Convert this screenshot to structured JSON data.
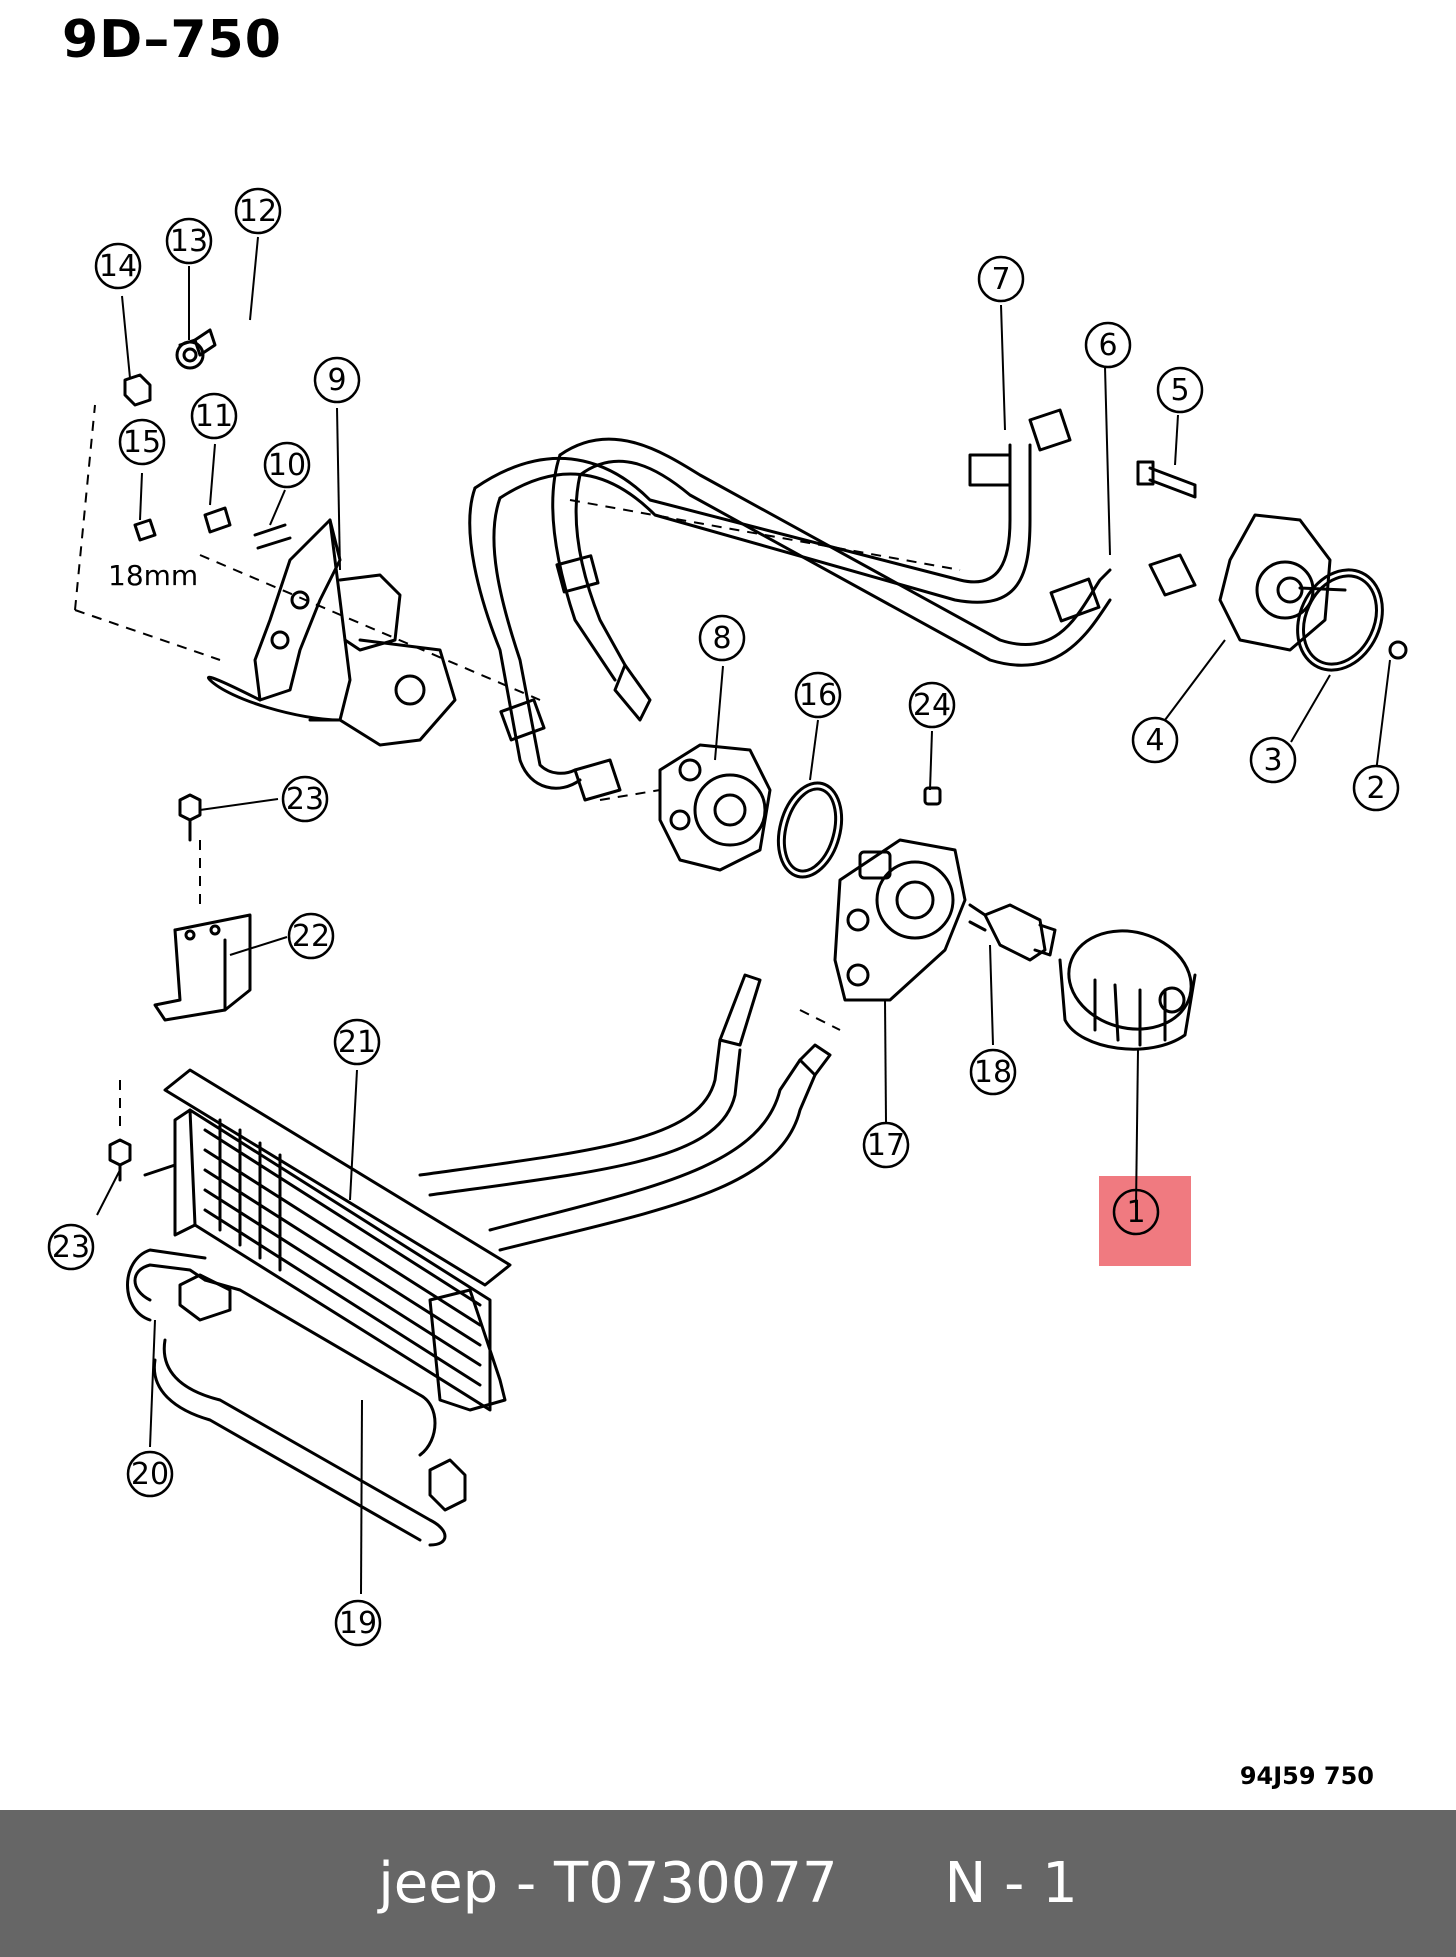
{
  "header": {
    "page_code": "9D–750"
  },
  "figure": {
    "reference": "94J59 750",
    "size_note": "18mm"
  },
  "callouts": [
    {
      "num": "1",
      "highlighted": true
    },
    {
      "num": "2"
    },
    {
      "num": "3"
    },
    {
      "num": "4"
    },
    {
      "num": "5"
    },
    {
      "num": "6"
    },
    {
      "num": "7"
    },
    {
      "num": "8"
    },
    {
      "num": "9"
    },
    {
      "num": "10"
    },
    {
      "num": "11"
    },
    {
      "num": "12"
    },
    {
      "num": "13"
    },
    {
      "num": "14"
    },
    {
      "num": "15"
    },
    {
      "num": "16"
    },
    {
      "num": "17"
    },
    {
      "num": "18"
    },
    {
      "num": "19"
    },
    {
      "num": "20"
    },
    {
      "num": "21"
    },
    {
      "num": "22"
    },
    {
      "num": "23"
    },
    {
      "num": "23"
    },
    {
      "num": "24"
    }
  ],
  "footer": {
    "brand": "jeep",
    "separator": "-",
    "part_number": "T0730077",
    "position": "N - 1"
  },
  "colors": {
    "highlight": "#f07a80",
    "footer_bg": "#666666",
    "footer_text": "#ffffff",
    "line_art": "#000000"
  }
}
